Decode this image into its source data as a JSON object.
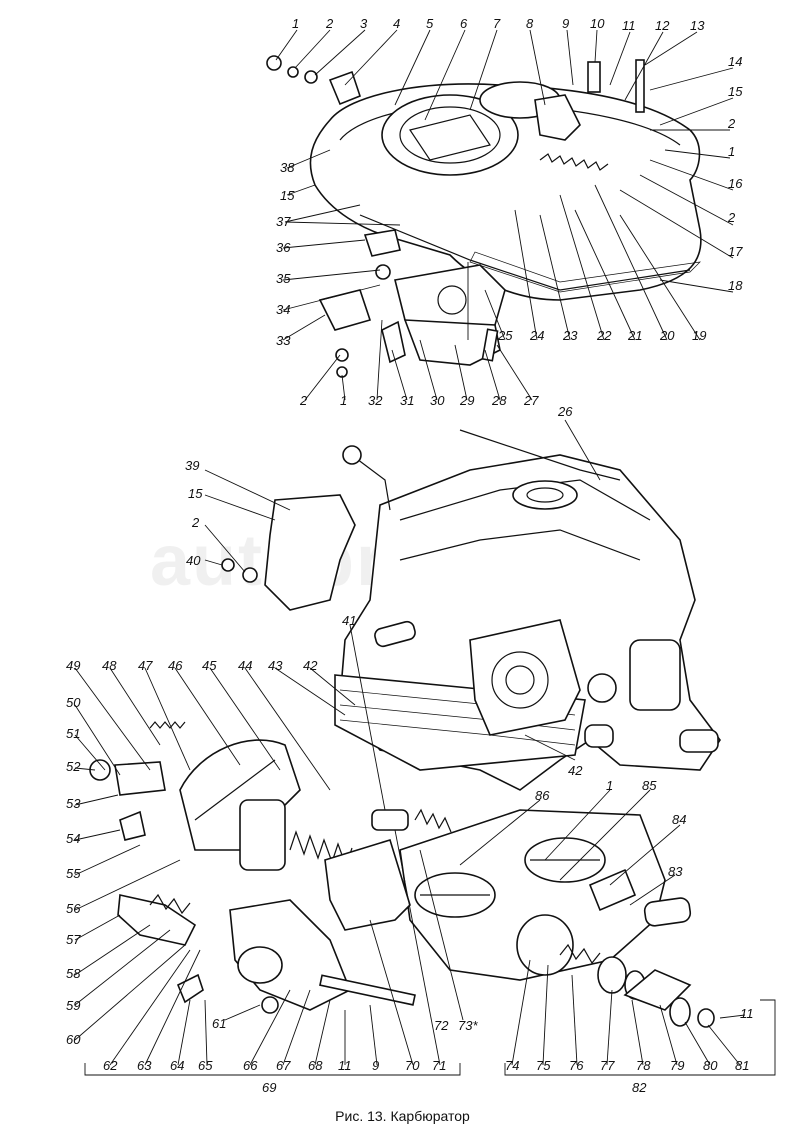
{
  "figure": {
    "caption": "Рис. 13. Карбюратор",
    "watermark": "autoprice.ru",
    "top_group": [
      "1",
      "2",
      "3",
      "4",
      "5",
      "6",
      "7",
      "8",
      "9",
      "10",
      "11",
      "12",
      "13",
      "14",
      "15",
      "2",
      "1",
      "16",
      "2",
      "17",
      "18",
      "19",
      "20",
      "21",
      "22",
      "23",
      "24",
      "25",
      "26",
      "27",
      "28",
      "29",
      "30",
      "31",
      "32",
      "1",
      "2",
      "33",
      "34",
      "35",
      "36",
      "37",
      "38",
      "15"
    ],
    "middle_group": [
      "39",
      "15",
      "2",
      "40"
    ],
    "bottom_group": [
      "41",
      "42",
      "43",
      "44",
      "45",
      "46",
      "47",
      "48",
      "49",
      "50",
      "51",
      "52",
      "53",
      "54",
      "55",
      "56",
      "57",
      "58",
      "59",
      "60",
      "61",
      "62",
      "63",
      "64",
      "65",
      "66",
      "67",
      "68",
      "11",
      "9",
      "70",
      "71",
      "72",
      "73*",
      "42",
      "86",
      "1",
      "85",
      "84",
      "83",
      "74",
      "75",
      "76",
      "77",
      "78",
      "79",
      "80",
      "81",
      "11"
    ],
    "bracket_labels": [
      "69",
      "82"
    ]
  }
}
